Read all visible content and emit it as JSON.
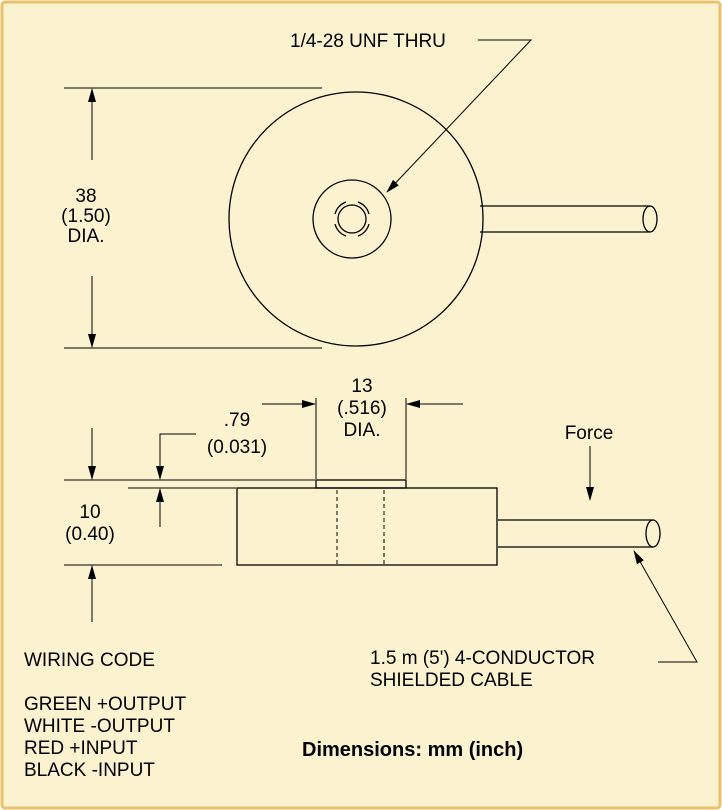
{
  "colors": {
    "background": "#fbf3cf",
    "border": "#e8c16a",
    "ink": "#000000"
  },
  "labels": {
    "thread_callout": "1/4-28 UNF THRU",
    "diameter_mm": "38",
    "diameter_in": "(1.50)",
    "diameter_suffix": "DIA.",
    "button_dia_mm": "13",
    "button_dia_in": "(.516)",
    "button_dia_suffix": "DIA.",
    "button_height_mm": ".79",
    "button_height_in": "(0.031)",
    "height_mm": "10",
    "height_in": "(0.40)",
    "force": "Force",
    "cable_line1": "1.5 m (5') 4-CONDUCTOR",
    "cable_line2": "SHIELDED CABLE",
    "units_note": "Dimensions: mm (inch)"
  },
  "wiring": {
    "title": "WIRING CODE",
    "entries": [
      "GREEN +OUTPUT",
      "WHITE -OUTPUT",
      "RED +INPUT",
      "BLACK -INPUT"
    ]
  }
}
